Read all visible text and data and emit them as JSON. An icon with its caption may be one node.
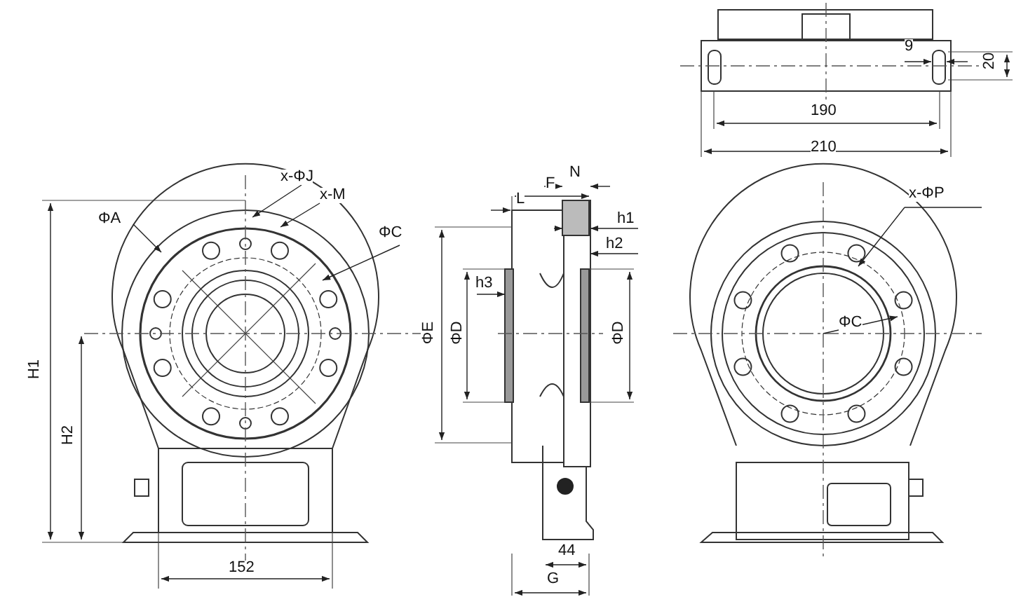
{
  "diagram": {
    "labels": [
      "x-ΦJ",
      "x-M",
      "ΦA",
      "ΦC",
      "H1",
      "H2",
      "152",
      "F",
      "N",
      "L",
      "h1",
      "h2",
      "h3",
      "ΦE",
      "ΦD",
      "ΦD",
      "44",
      "G",
      "9",
      "20",
      "190",
      "210",
      "x-ΦP",
      "ΦC"
    ]
  }
}
